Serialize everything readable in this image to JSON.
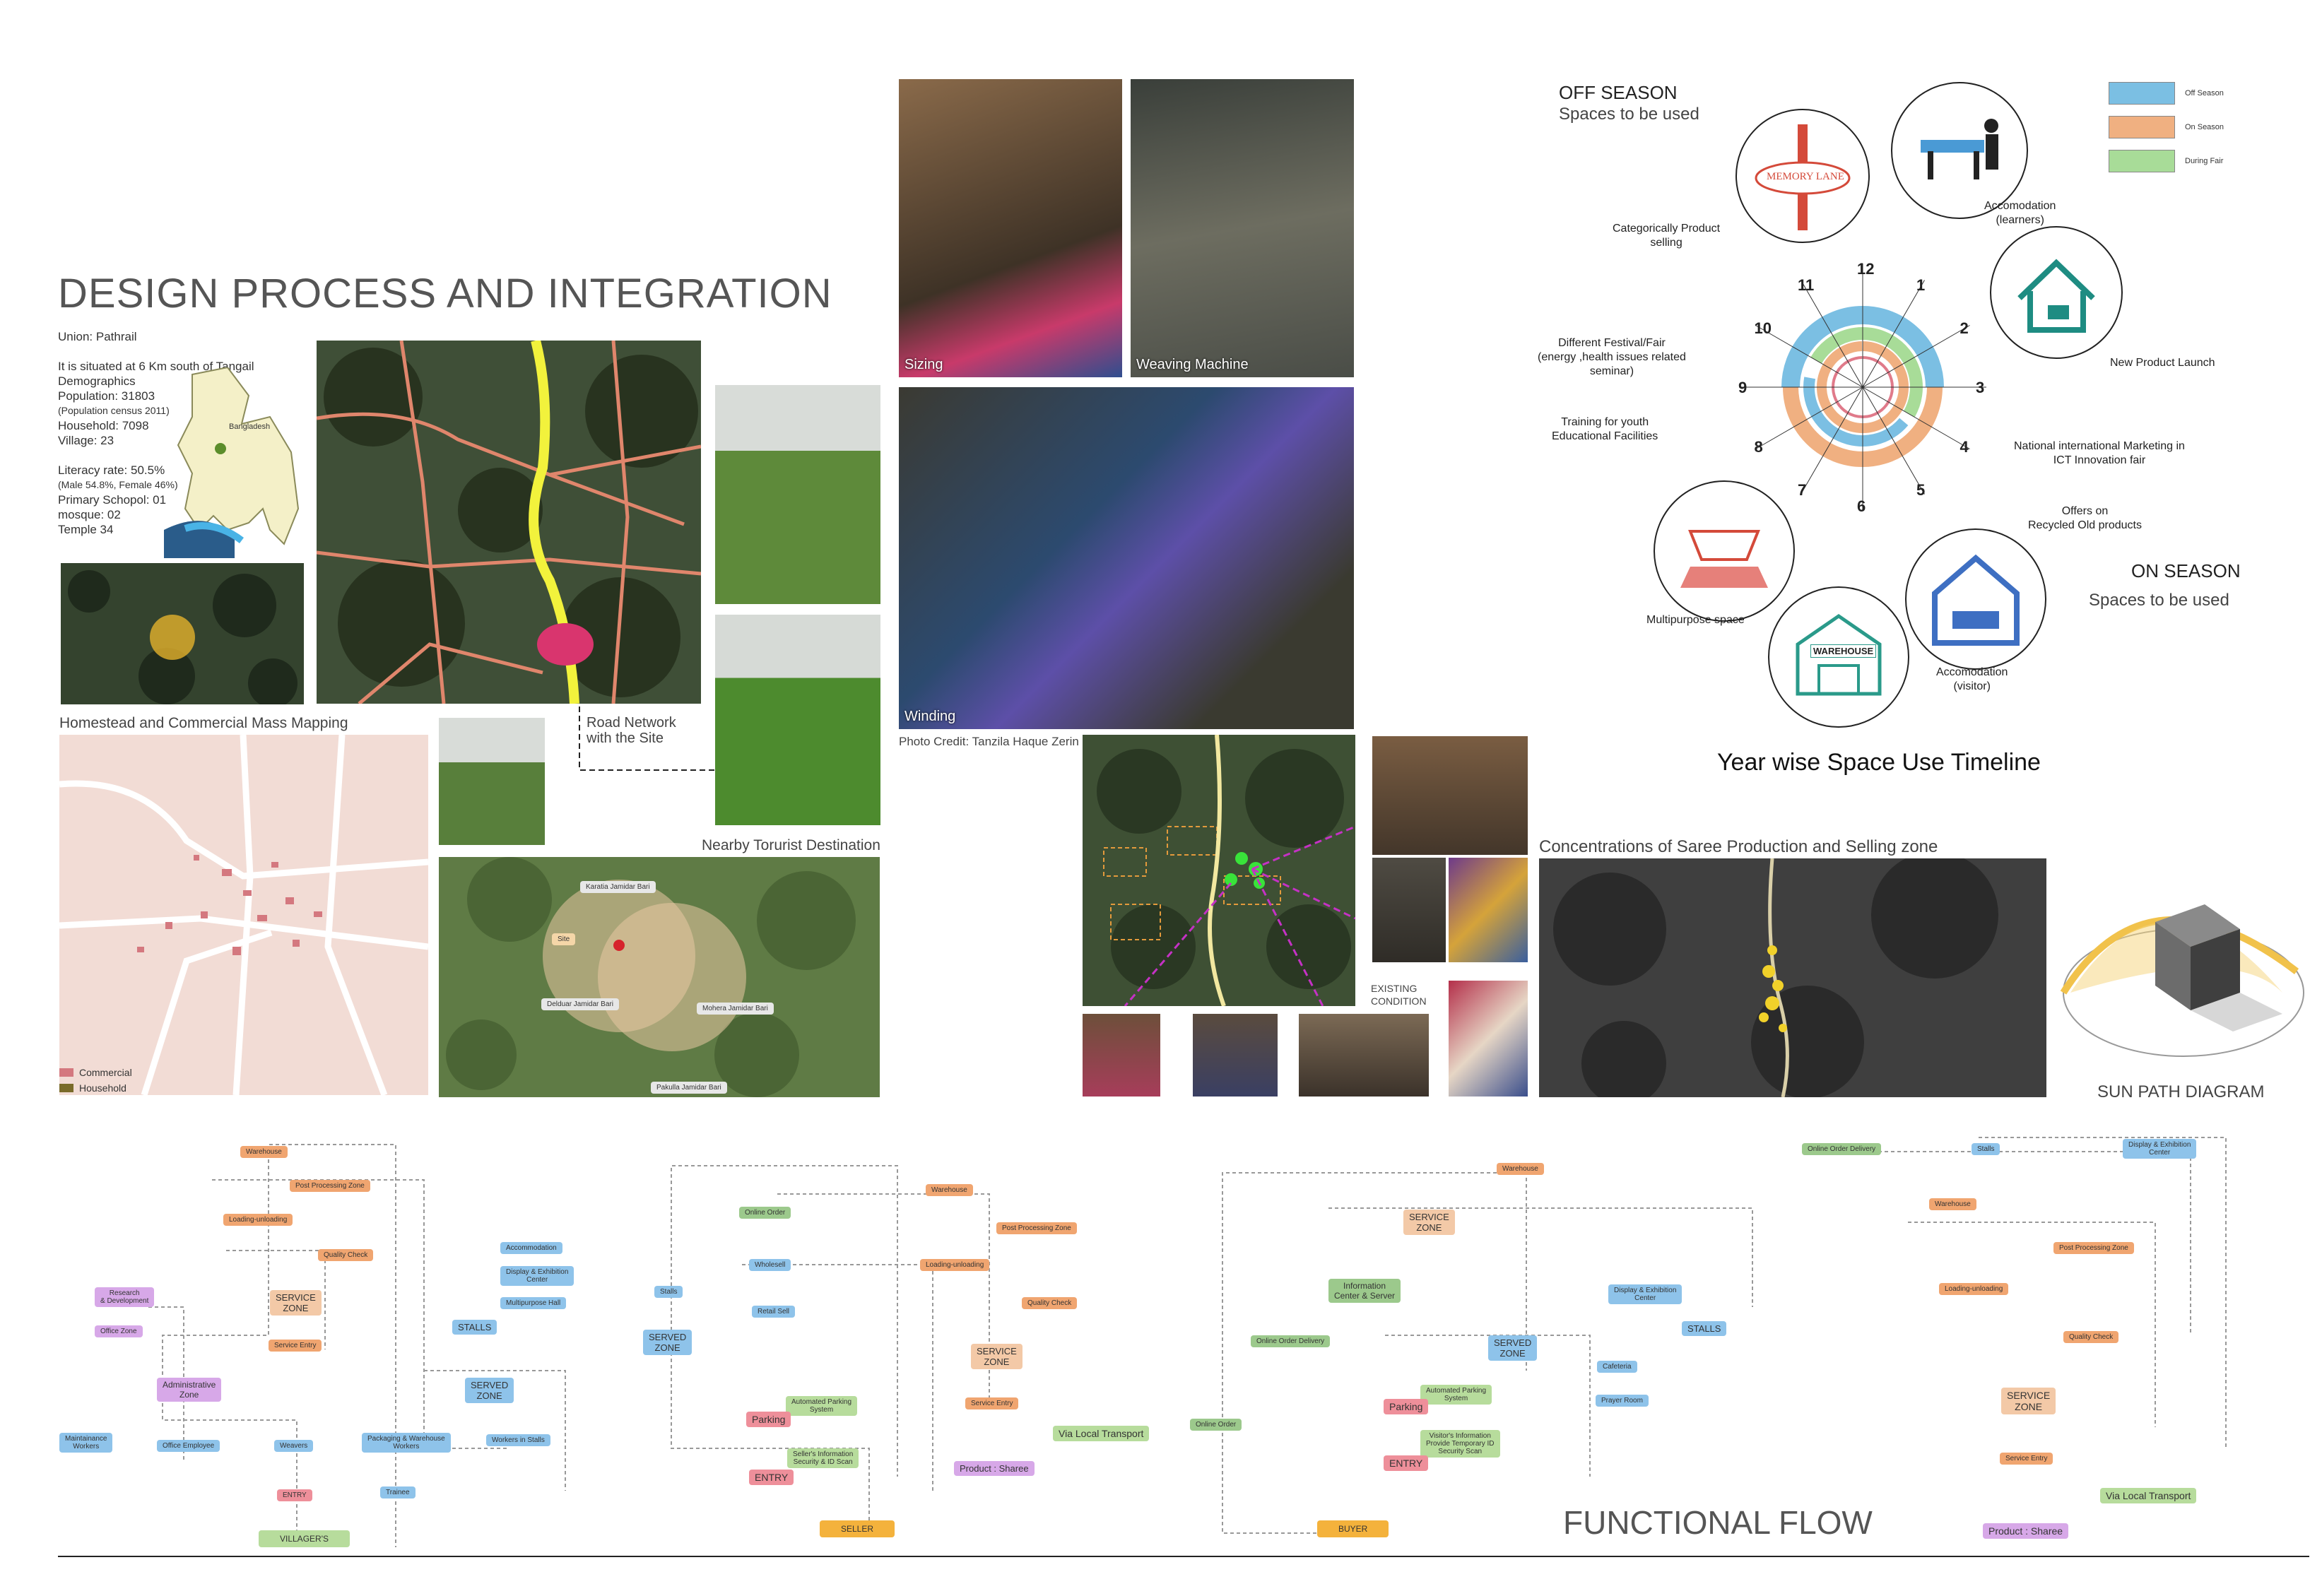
{
  "header": {
    "title": "DESIGN PROCESS AND INTEGRATION"
  },
  "site_info": {
    "lines": [
      "Union: Pathrail",
      "",
      "It is situated at 6 Km south of Tangail",
      "Demographics",
      "Population: 31803",
      "(Population census 2011)",
      "Household: 7098",
      "Village: 23",
      "",
      "Literacy rate: 50.5%",
      "(Male 54.8%, Female 46%)",
      "Primary Schopol: 01",
      "mosque: 02",
      "Temple 34"
    ],
    "country_label": "Bangladesh"
  },
  "labels": {
    "road_network": "Road Network\nwith the Site",
    "homestead": "Homestead and Commercial Mass Mapping",
    "nearby": "Nearby Torurist Destination",
    "photo_credit": "Photo Credit: Tanzila Haque Zerin",
    "concentration": "Concentrations of Saree Production and Selling zone",
    "existing": "EXISTING\nCONDITION",
    "sun_path": "SUN PATH DIAGRAM",
    "timeline_title": "Year wise Space Use Timeline",
    "functional_flow": "FUNCTIONAL FLOW"
  },
  "legend_mass": [
    {
      "label": "Commercial",
      "color": "#d4787f"
    },
    {
      "label": "Household",
      "color": "#7a6b2a"
    }
  ],
  "photos": {
    "sizing": "Sizing",
    "weaving": "Weaving Machine",
    "winding": "Winding"
  },
  "tourist": {
    "site": "Site",
    "places": [
      "Karatia Jamidar Bari",
      "Delduar Jamidar Bari",
      "Mohera Jamidar Bari",
      "Pakulla Jamidar Bari"
    ]
  },
  "timeline": {
    "off_season_title": "OFF SEASON",
    "off_season_sub": "Spaces  to be used",
    "on_season_title": "ON SEASON",
    "on_season_sub": "Spaces to be used",
    "legend": [
      {
        "label": "Off Season",
        "color": "#7bbfe3"
      },
      {
        "label": "On Season",
        "color": "#f0b081"
      },
      {
        "label": "During Fair",
        "color": "#a8dc98"
      }
    ],
    "months": [
      "1",
      "2",
      "3",
      "4",
      "5",
      "6",
      "7",
      "8",
      "9",
      "10",
      "11",
      "12"
    ],
    "activities": [
      "Categorically Product\nselling",
      "Accomodation\n(learners)",
      "Different Festival/Fair\n(energy ,health issues related\nseminar)",
      "New Product Launch",
      "Training for youth\nEducational Facilities",
      "National international Marketing in\nICT Innovation fair",
      "Offers on\nRecycled Old products",
      "Multipurpose space",
      "Accomodation\n(visitor)"
    ],
    "icons": {
      "memory_lane": "MEMORY LANE",
      "warehouse": "WAREHOUSE"
    }
  },
  "flow_villagers": {
    "root": "VILLAGER'S",
    "nodes": [
      "Warehouse",
      "Post Processing Zone",
      "Loading-unloading",
      "Quality Check",
      "Research\n& Development",
      "SERVICE\nZONE",
      "Office Zone",
      "Service Entry",
      "Administrative\nZone",
      "Accommodation",
      "Display & Exhibition\nCenter",
      "Multipurpose Hall",
      "STALLS",
      "SERVED\nZONE",
      "Maintainance\nWorkers",
      "Office Employee",
      "Weavers",
      "Packaging & Warehouse\nWorkers",
      "Workers in Stalls",
      "ENTRY",
      "Trainee"
    ]
  },
  "flow_seller": {
    "root": "SELLER",
    "nodes": [
      "Online Order",
      "Wholesell",
      "Retail Sell",
      "Stalls",
      "SERVED\nZONE",
      "Warehouse",
      "Post Processing Zone",
      "Loading-unloading",
      "Quality Check",
      "SERVICE\nZONE",
      "Service Entry",
      "Via Local Transport",
      "Product : Sharee",
      "Automated Parking\nSystem",
      "Parking",
      "Seller's Information\nSecurity & ID Scan",
      "ENTRY"
    ]
  },
  "flow_buyer": {
    "root": "BUYER",
    "nodes": [
      "Warehouse",
      "SERVICE\nZONE",
      "Information\nCenter & Server",
      "Online Order Delivery",
      "Display & Exhibition\nCenter",
      "STALLS",
      "Cafeteria",
      "Prayer Room",
      "SERVED\nZONE",
      "Automated Parking\nSystem",
      "Parking",
      "Visitor's Information\nProvide Temporary ID\nSecurity Scan",
      "ENTRY",
      "Online Order"
    ]
  },
  "flow_product": {
    "nodes": [
      "Online Order Delivery",
      "Stalls",
      "Display & Exhibition\nCenter",
      "Warehouse",
      "Post Processing Zone",
      "Loading-unloading",
      "Quality Check",
      "SERVICE\nZONE",
      "Service Entry",
      "Via Local Transport",
      "Product : Sharee"
    ]
  }
}
